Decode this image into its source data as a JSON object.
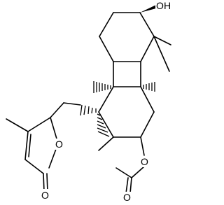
{
  "molecule": {
    "atoms": {
      "O1": "O",
      "H1": "H",
      "O2": "O",
      "O3": "O",
      "O4": "O",
      "O5": "O"
    },
    "colors": {
      "bond": "#000000",
      "label": "#000000",
      "background": "#ffffff"
    }
  }
}
